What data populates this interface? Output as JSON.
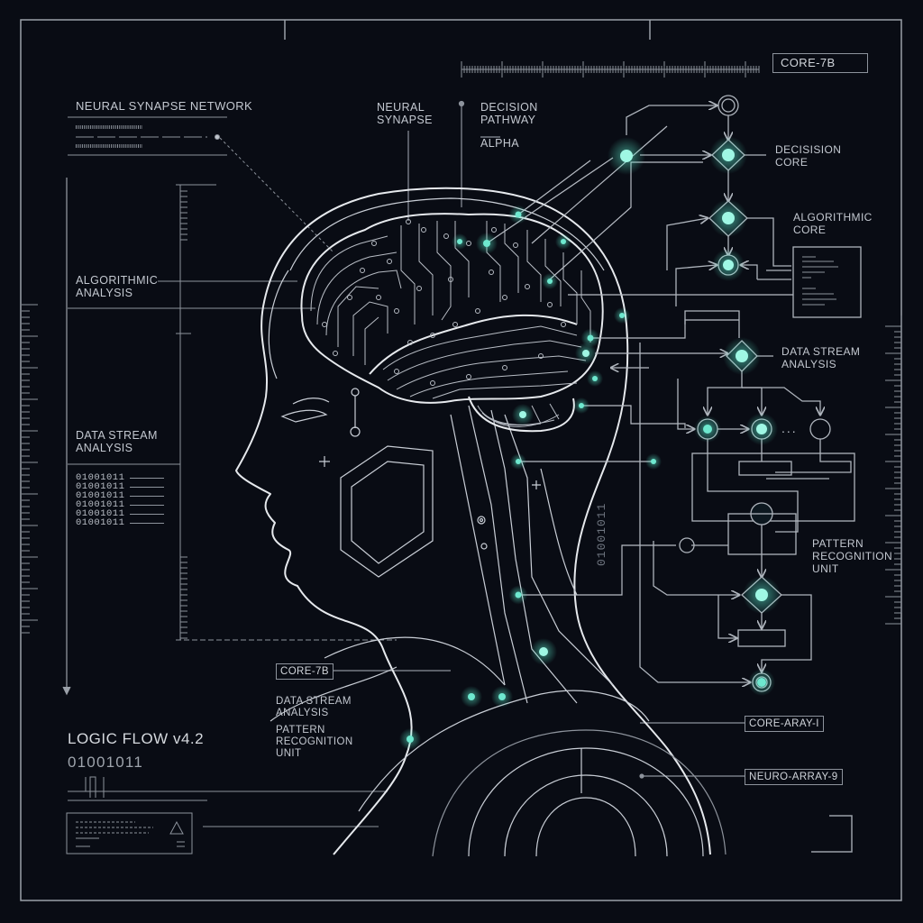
{
  "header": {
    "top_left_title": "NEURAL SYNAPSE NETWORK",
    "top_right_badge": "CORE-7B"
  },
  "callouts": {
    "neural_synapse": "NEURAL\nSYNAPSE",
    "decision_pathway": "DECISION\nPATHWAY",
    "alpha": "ALPHA",
    "algorithmic_analysis": "ALGORITHMIC\nANALYSIS",
    "data_stream_analysis_left": "DATA STREAM\nANALYSIS",
    "decision_core": "DECISISION\nCORE",
    "algorithmic_core": "ALGORITHMIC\nCORE",
    "data_stream_analysis_right": "DATA STREAM\nANALYSIS",
    "pattern_recognition_right": "PATTERN\nRECOGNITION\nUNIT",
    "core_7b_lower": "CORE-7B",
    "data_stream_analysis_lower": "DATA STREAM\nANALYSIS",
    "pattern_recognition_lower": "PATTERN\nRECOGNITION\nUNIT",
    "core_array": "CORE-ARAY-I",
    "neuro_array": "NEURO-ARRAY-9"
  },
  "binary_list": [
    "01001011",
    "01001011",
    "01001011",
    "01001011",
    "01001011",
    "01001011"
  ],
  "vertical_binary": "01001011",
  "footer": {
    "title": "LOGIC FLOW v4.2",
    "binary": "01001011"
  },
  "flow": {
    "ellipsis": "..."
  },
  "colors": {
    "background": "#090c14",
    "line": "#c9ced6",
    "dim_line": "#7a8089",
    "glow": "#5ff0d0",
    "glow_core": "#b8fff0"
  }
}
